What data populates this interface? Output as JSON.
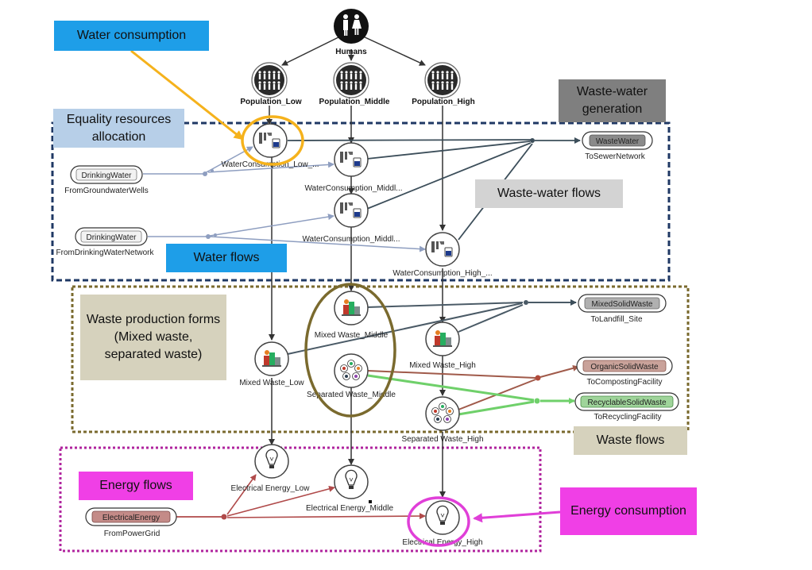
{
  "callouts": {
    "water_consumption": "Water consumption",
    "equality": "Equality resources allocation",
    "wastewater_generation": "Waste-water generation",
    "wastewater_flows": "Waste-water flows",
    "water_flows": "Water flows",
    "waste_production": "Waste production forms (Mixed waste, separated waste)",
    "waste_flows": "Waste flows",
    "energy_flows": "Energy flows",
    "energy_consumption": "Energy consumption"
  },
  "nodes": {
    "humans": "Humans",
    "pop_low": "Population_Low",
    "pop_middle": "Population_Middle",
    "pop_high": "Population_High",
    "wc_low": "WaterConsumption_Low_...",
    "wc_mid1": "WaterConsumption_Middl...",
    "wc_mid2": "WaterConsumption_Middl...",
    "wc_high": "WaterConsumption_High_...",
    "mw_low": "Mixed Waste_Low",
    "mw_mid": "Mixed Waste_Middle",
    "mw_high": "Mixed Waste_High",
    "sw_mid": "Separated Waste_Middle",
    "sw_high": "Separated Waste_High",
    "ee_low": "Electrical Energy_Low",
    "ee_mid": "Electrical Energy_Middle",
    "ee_high": "Electrical Energy_High"
  },
  "resources": {
    "drinking1": {
      "label": "DrinkingWater",
      "caption": "FromGroundwaterWells"
    },
    "drinking2": {
      "label": "DrinkingWater",
      "caption": "FromDrinkingWaterNetwork"
    },
    "wastewater": {
      "label": "WasteWater",
      "caption": "ToSewerNetwork"
    },
    "mixed": {
      "label": "MixedSolidWaste",
      "caption": "ToLandfill_Site"
    },
    "organic": {
      "label": "OrganicSolidWaste",
      "caption": "ToCompostingFacility"
    },
    "recyclable": {
      "label": "RecyclableSolidWaste",
      "caption": "ToRecyclingFacility"
    },
    "electrical": {
      "label": "ElectricalEnergy",
      "caption": "FromPowerGrid"
    }
  },
  "colors": {
    "water_frame": "#1f3864",
    "waste_frame": "#7a6a2e",
    "energy_frame": "#b0249e",
    "highlight_orange": "#f5b21c",
    "highlight_olive": "#7a6a2e",
    "highlight_magenta": "#e03fd8",
    "wastewater_fill": "#8a8a8a",
    "mixed_fill": "#b0b0b0",
    "organic_fill": "#c9a29a",
    "recyclable_fill": "#9fd49a",
    "electrical_fill": "#c48b88"
  }
}
